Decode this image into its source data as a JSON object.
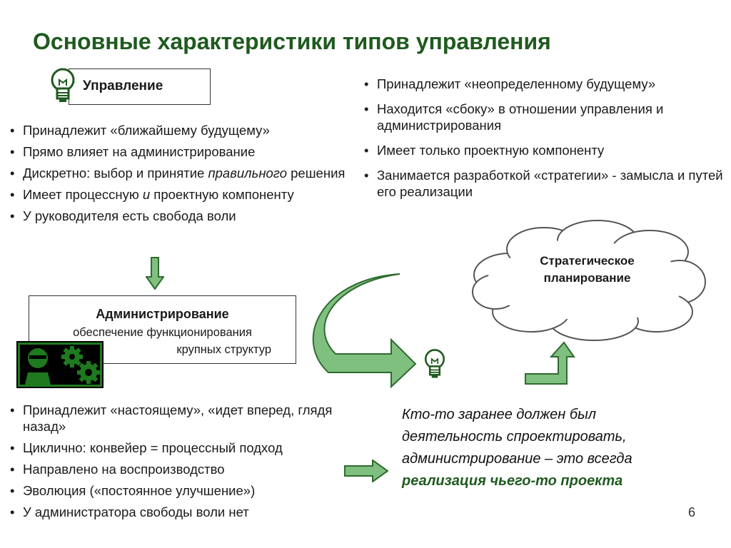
{
  "title": "Основные характеристики типов управления",
  "management_box": {
    "icon": "lightbulb-icon",
    "label": "Управление"
  },
  "management_bullets": [
    "Принадлежит «ближайшему будущему»",
    "Прямо влияет на администрирование",
    {
      "before": "Дискретно: выбор и принятие ",
      "em": "правильного",
      "after": " решения"
    },
    {
      "before": "Имеет процессную ",
      "em": "и",
      "after": " проектную компоненту"
    },
    "У руководителя есть свобода воли"
  ],
  "strategy_bullets": [
    "Принадлежит «неопределенному будущему»",
    "Находится «сбоку» в  отношении управления и администрирования",
    "Имеет только проектную компоненту",
    "Занимается разработкой «стратегии» - замысла и путей его реализации"
  ],
  "admin_box": {
    "title": "Администрирование",
    "line1": "обеспечение функционирования",
    "line2": "крупных структур",
    "icon": "gears-person-icon"
  },
  "admin_bullets": [
    "Принадлежит «настоящему», «идет вперед, глядя назад»",
    "Циклично: конвейер = процессный подход",
    "Направлено на воспроизводство",
    "Эволюция («постоянное улучшение»)",
    "У администратора свободы воли нет"
  ],
  "cloud": {
    "line1": "Стратегическое",
    "line2": "планирование"
  },
  "quote": {
    "line1": "Кто-то заранее должен был",
    "line2": "деятельность спроектировать,",
    "line3": "администрирование – это всегда",
    "line4_bold": "реализация чьего-то проекта"
  },
  "page_number": "6",
  "colors": {
    "title": "#1f5a1f",
    "arrow_fill": "#7fbf7f",
    "arrow_stroke": "#2e6b2e",
    "icon_bg": "#1f7a1f"
  }
}
